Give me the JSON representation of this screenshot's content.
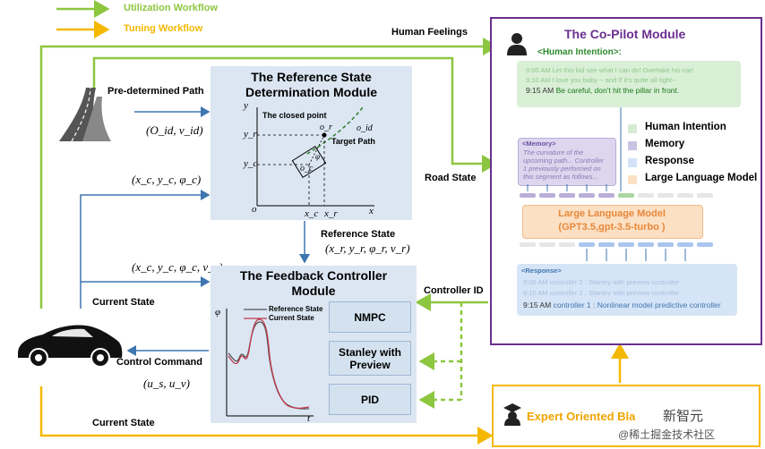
{
  "legend": {
    "utilization": "Utilization Workflow",
    "tuning": "Tuning Workflow",
    "utilization_color": "#8dc63f",
    "tuning_color": "#f5b800"
  },
  "inputs": {
    "predetermined_path": "Pre-determined Path",
    "o_v": "(O_id, v_id)",
    "xyphi": "(x_c, y_c, φ_c)",
    "xyphiv": "(x_c, y_c, φ_c, v_c)",
    "current_state_1": "Current State",
    "control_command": "Control Command",
    "u": "(u_s, u_v)",
    "current_state_2": "Current State",
    "human_feelings": "Human Feelings",
    "road_state": "Road State",
    "controller_id": "Controller ID",
    "reference_state_label": "Reference State",
    "reference_state": "(x_r, y_r, φ_r, v_r)"
  },
  "ref_module": {
    "title": "The Reference State Determination Module",
    "closed_point": "The closed point",
    "target_path": "Target Path",
    "axis_y": "y",
    "axis_x": "x",
    "origin": "o",
    "yr": "y_r",
    "yc": "y_c",
    "xc": "x_c",
    "xr": "x_r",
    "or": "o_r",
    "oid": "o_id",
    "oc": "o_c",
    "phi": "φ"
  },
  "feedback_module": {
    "title": "The Feedback Controller Module",
    "axis_y": "φ",
    "axis_x": "t",
    "legend_ref": "Reference State",
    "legend_cur": "Current State",
    "controllers": [
      "NMPC",
      "Stanley with Preview",
      "PID"
    ]
  },
  "copilot": {
    "title": "The Co-Pilot Module",
    "intention_header": "<Human Intention>:",
    "messages": [
      {
        "time": "9:00 AM",
        "text": "Let this kid see what I can do! Overtake his car!"
      },
      {
        "time": "9:10 AM",
        "text": "I love you baby ~ and If it's quite all right~"
      },
      {
        "time": "9:15 AM",
        "text": "Be careful, don't hit the pillar in front."
      }
    ],
    "memory_header": "<Memory>",
    "memory_text": [
      "The curvature of the",
      "upcoming path... Controller",
      "1 previously performed on",
      "this segment as follows..."
    ],
    "legend": [
      {
        "label": "Human Intention",
        "color": "#d6ecd2"
      },
      {
        "label": "Memory",
        "color": "#cbc3e3"
      },
      {
        "label": "Response",
        "color": "#d4e2f7"
      },
      {
        "label": "Large Language Model",
        "color": "#fbe0c4"
      }
    ],
    "llm_title": "Large Language Model",
    "llm_sub": "(GPT3.5,gpt-3.5-turbo )",
    "response_header": "<Response>",
    "responses": [
      {
        "time": "9:00 AM",
        "text": "controller 2 :  Stanley with preview controller"
      },
      {
        "time": "9:10 AM",
        "text": "controller 2 :  Stanley with preview controller"
      },
      {
        "time": "9:15 AM",
        "text": "controller 1 :  Nonlinear model predictive controller"
      }
    ]
  },
  "expert": {
    "title": "Expert Oriented Bla",
    "watermark_1": "新智元",
    "watermark_2": "@稀土掘金技术社区"
  },
  "colors": {
    "green": "#8dc63f",
    "yellow": "#f5b800",
    "blue": "#3e76b0",
    "purple": "#6b2f8f",
    "panel": "#dbe6f2"
  }
}
